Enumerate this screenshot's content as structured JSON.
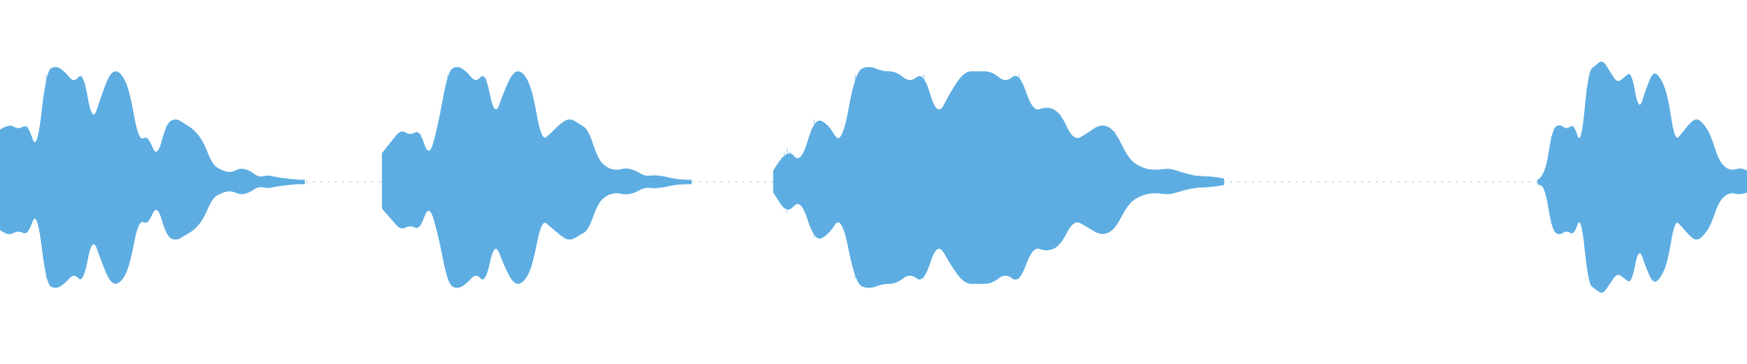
{
  "waveform": {
    "color": "#5dade2",
    "background": "#ffffff",
    "bursts": [
      {
        "peaks": [
          0.45,
          0.5,
          0.45,
          0.5,
          0.25,
          0.95,
          1.0,
          0.95,
          0.85,
          0.95,
          0.5,
          0.75,
          0.95,
          0.95,
          0.8,
          0.35,
          0.4,
          0.2,
          0.5,
          0.55,
          0.5,
          0.45,
          0.35,
          0.15,
          0.1,
          0.08,
          0.12,
          0.1,
          0.04,
          0.06,
          0.04,
          0.03,
          0.02,
          0.02
        ]
      },
      {
        "peaks": [
          0.25,
          0.35,
          0.45,
          0.4,
          0.45,
          0.2,
          0.5,
          0.95,
          1.0,
          0.95,
          0.85,
          0.95,
          0.55,
          0.78,
          0.95,
          0.95,
          0.8,
          0.35,
          0.42,
          0.5,
          0.55,
          0.5,
          0.45,
          0.2,
          0.12,
          0.1,
          0.12,
          0.1,
          0.05,
          0.06,
          0.05,
          0.03,
          0.02,
          0.02
        ]
      },
      {
        "peaks": [
          0.1,
          0.3,
          0.15,
          0.55,
          0.5,
          0.3,
          0.95,
          1.0,
          0.95,
          0.95,
          0.85,
          0.95,
          0.55,
          0.78,
          0.95,
          0.95,
          0.95,
          0.85,
          0.95,
          0.6,
          0.65,
          0.6,
          0.35,
          0.42,
          0.5,
          0.45,
          0.2,
          0.12,
          0.1,
          0.12,
          0.08,
          0.05,
          0.05,
          0.03
        ]
      },
      {
        "peaks": [
          0.02,
          0.05,
          0.45,
          0.5,
          0.45,
          0.5,
          0.3,
          0.95,
          1.0,
          1.05,
          0.95,
          0.85,
          0.9,
          0.95,
          0.6,
          0.8,
          0.95,
          0.9,
          0.75,
          0.35,
          0.42,
          0.5,
          0.55,
          0.5,
          0.4,
          0.2,
          0.12,
          0.1,
          0.12,
          0.1
        ]
      }
    ]
  }
}
